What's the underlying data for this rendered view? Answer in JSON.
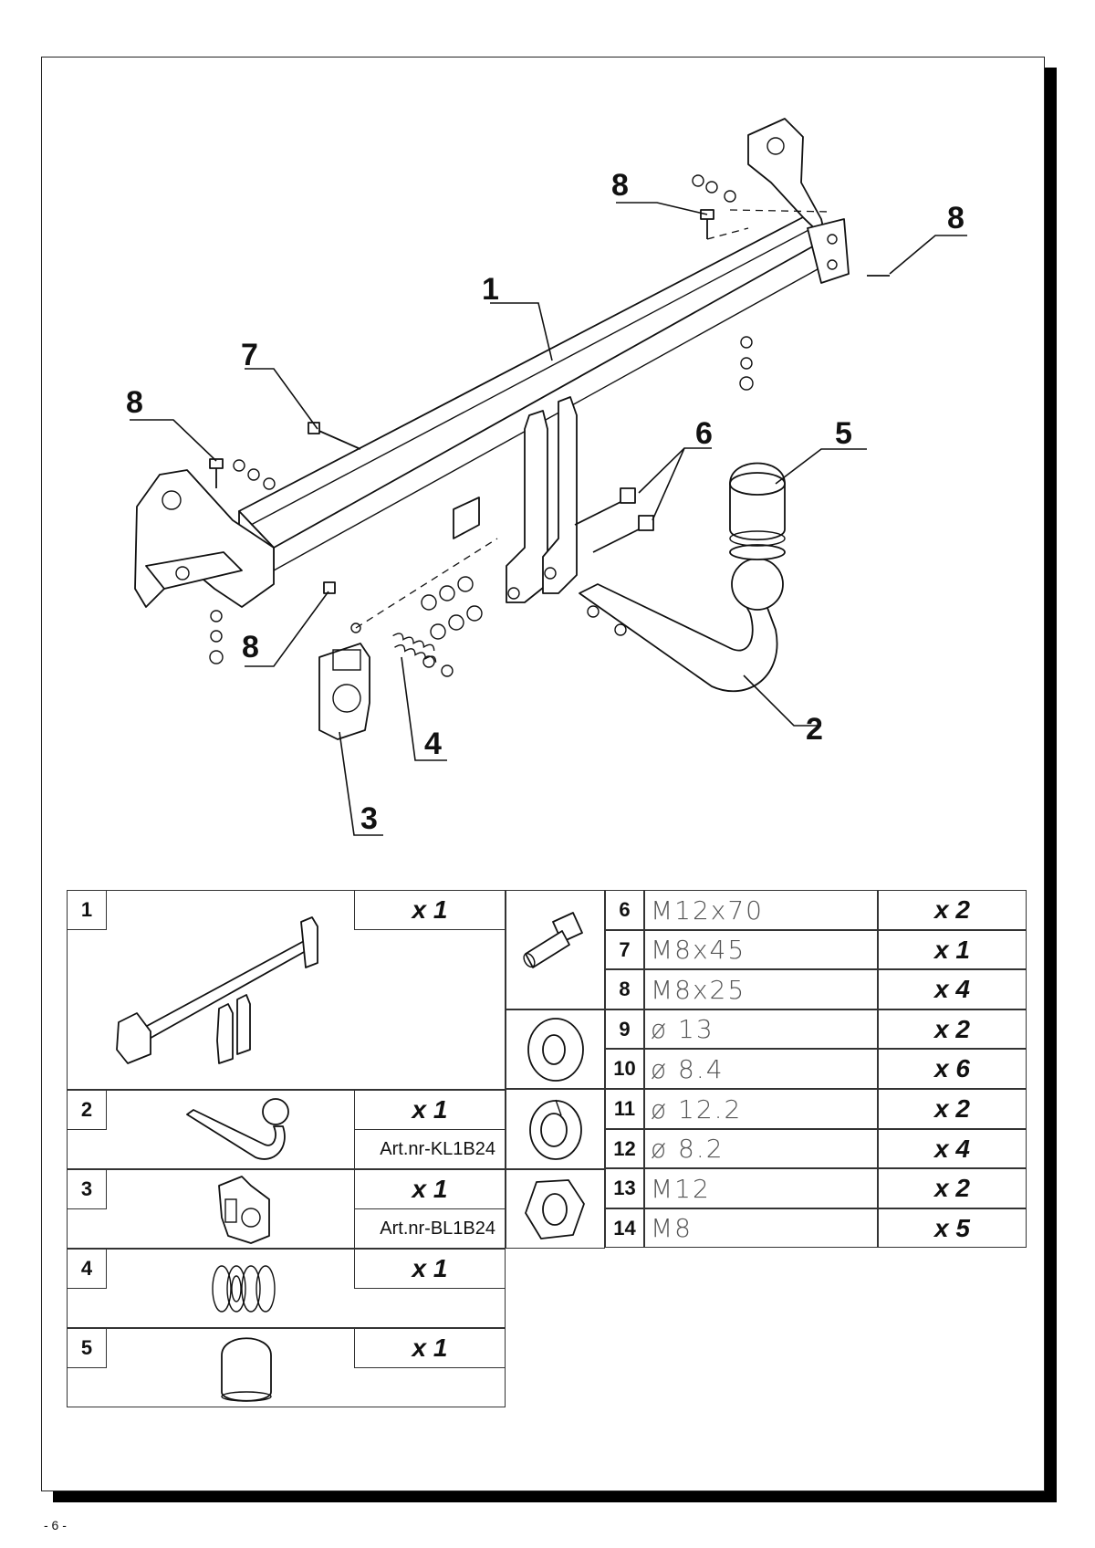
{
  "callouts": {
    "c1": "1",
    "c2": "2",
    "c3": "3",
    "c4": "4",
    "c5": "5",
    "c6": "6",
    "c7": "7",
    "c8a": "8",
    "c8b": "8",
    "c8c": "8",
    "c8d": "8"
  },
  "left_table": {
    "rows": [
      {
        "num": "1",
        "qty_prefix": "x",
        "qty": "1",
        "art": ""
      },
      {
        "num": "2",
        "qty_prefix": "x",
        "qty": "1",
        "art": "Art.nr-KL1B24"
      },
      {
        "num": "3",
        "qty_prefix": "x",
        "qty": "1",
        "art": "Art.nr-BL1B24"
      },
      {
        "num": "4",
        "qty_prefix": "x",
        "qty": "1",
        "art": ""
      },
      {
        "num": "5",
        "qty_prefix": "x",
        "qty": "1",
        "art": ""
      }
    ]
  },
  "right_table": {
    "rows": [
      {
        "num": "6",
        "spec": "M12x70",
        "qty_prefix": "x",
        "qty": "2"
      },
      {
        "num": "7",
        "spec": "M8x45",
        "qty_prefix": "x",
        "qty": "1"
      },
      {
        "num": "8",
        "spec": "M8x25",
        "qty_prefix": "x",
        "qty": "4"
      },
      {
        "num": "9",
        "spec": "ø 13",
        "qty_prefix": "x",
        "qty": "2"
      },
      {
        "num": "10",
        "spec": "ø 8.4",
        "qty_prefix": "x",
        "qty": "6"
      },
      {
        "num": "11",
        "spec": "ø 12.2",
        "qty_prefix": "x",
        "qty": "2"
      },
      {
        "num": "12",
        "spec": "ø 8.2",
        "qty_prefix": "x",
        "qty": "4"
      },
      {
        "num": "13",
        "spec": "M12",
        "qty_prefix": "x",
        "qty": "2"
      },
      {
        "num": "14",
        "spec": "M8",
        "qty_prefix": "x",
        "qty": "5"
      }
    ]
  },
  "footer": {
    "page_number": "- 6 -"
  }
}
